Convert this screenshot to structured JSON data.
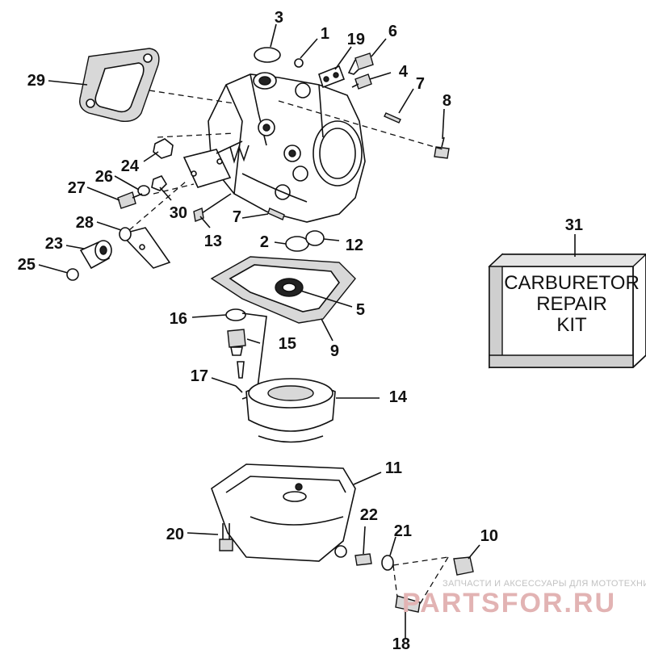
{
  "callouts": {
    "c1": "1",
    "c2": "2",
    "c3": "3",
    "c4": "4",
    "c5": "5",
    "c6": "6",
    "c7a": "7",
    "c7b": "7",
    "c8": "8",
    "c9": "9",
    "c10": "10",
    "c11": "11",
    "c12": "12",
    "c13": "13",
    "c14": "14",
    "c15": "15",
    "c16": "16",
    "c17": "17",
    "c18": "18",
    "c19": "19",
    "c20": "20",
    "c21": "21",
    "c22": "22",
    "c23": "23",
    "c24": "24",
    "c25": "25",
    "c26": "26",
    "c27": "27",
    "c28": "28",
    "c29": "29",
    "c30": "30",
    "c31": "31"
  },
  "kit_box": {
    "line1": "CARBURETOR",
    "line2": "REPAIR",
    "line3": "KIT"
  },
  "watermark": {
    "text": "ЗАПЧАСТИ И АКСЕССУАРЫ ДЛЯ МОТОТЕХНИКИ",
    "logo": "PARTSFOR.RU"
  }
}
